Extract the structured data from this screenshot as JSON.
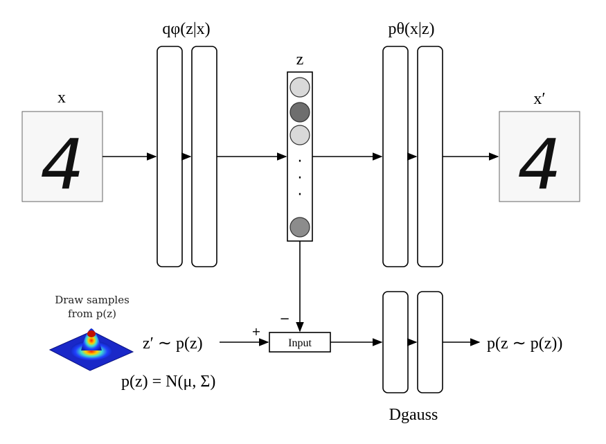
{
  "labels": {
    "x": "x",
    "x_prime": "x′",
    "encoder": "qφ(z|x)",
    "decoder": "pθ(x|z)",
    "z": "z",
    "input_box": "Input",
    "plus": "+",
    "minus": "−",
    "prior_caption_line1": "Draw samples",
    "prior_caption_line2": "from p(z)",
    "z_prime": "z′ ∼ p(z)",
    "prior_def": "p(z) = N(μ, Σ)",
    "output": "p(z ∼ p(z))",
    "discriminator": "Dgauss"
  },
  "input_digit": "4",
  "output_digit": "4",
  "z_dots": "·\n·\n·",
  "colors": {
    "node_light": "#d9d9d9",
    "node_dark": "#6e6e6e",
    "node_mid": "#8c8c8c"
  }
}
